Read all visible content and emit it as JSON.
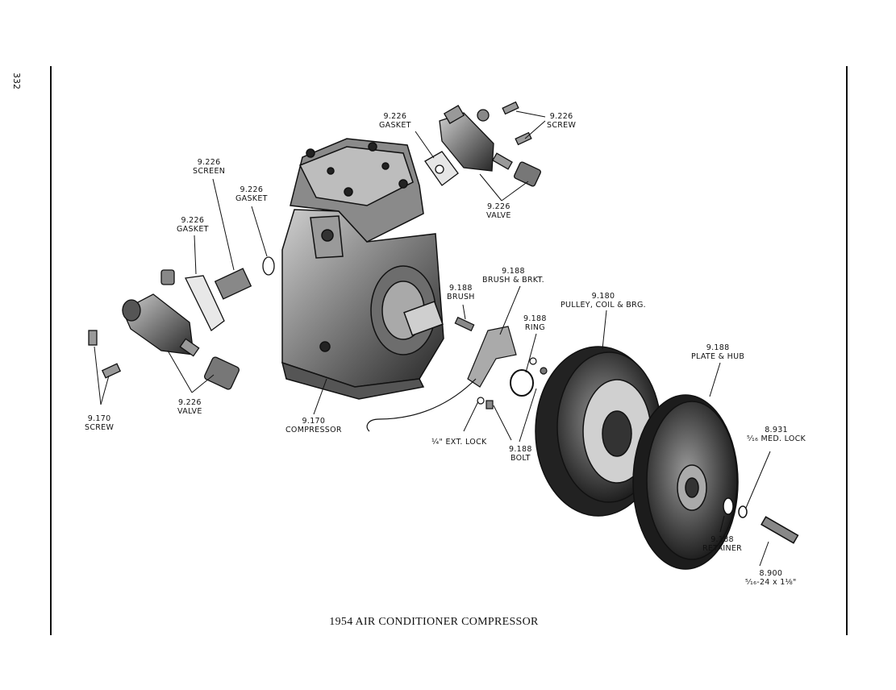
{
  "page_number": "332",
  "caption": "1954 AIR CONDITIONER COMPRESSOR",
  "callouts": {
    "gasket_top": {
      "number": "9.226",
      "name": "GASKET"
    },
    "screw_top": {
      "number": "9.226",
      "name": "SCREW"
    },
    "valve_top": {
      "number": "9.226",
      "name": "VALVE"
    },
    "screen": {
      "number": "9.226",
      "name": "SCREEN"
    },
    "gasket_mid": {
      "number": "9.226",
      "name": "GASKET"
    },
    "gasket_left": {
      "number": "9.226",
      "name": "GASKET"
    },
    "brush_bracket": {
      "number": "9.188",
      "name": "BRUSH & BRKT."
    },
    "brush": {
      "number": "9.188",
      "name": "BRUSH"
    },
    "pulley": {
      "number": "9.180",
      "name": "PULLEY, COIL & BRG."
    },
    "ring": {
      "number": "9.188",
      "name": "RING"
    },
    "plate_hub": {
      "number": "9.188",
      "name": "PLATE & HUB"
    },
    "screw_left": {
      "number": "9.170",
      "name": "SCREW"
    },
    "valve_left": {
      "number": "9.226",
      "name": "VALVE"
    },
    "compressor": {
      "number": "9.170",
      "name": "COMPRESSOR"
    },
    "ext_lock": {
      "number": "",
      "name": "¼\" EXT. LOCK"
    },
    "bolt_small": {
      "number": "9.188",
      "name": "BOLT"
    },
    "med_lock": {
      "number": "8.931",
      "name": "⁵⁄₁₆ MED. LOCK"
    },
    "retainer": {
      "number": "9.188",
      "name": "RETAINER"
    },
    "bolt_large": {
      "number": "8.900",
      "name": "⁵⁄₁₆-24 x 1⅛\""
    }
  }
}
